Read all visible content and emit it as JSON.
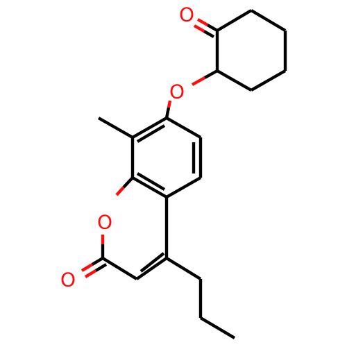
{
  "molecule": {
    "atoms": {
      "o_ketone": {
        "symbol": "O",
        "color": "#ff0d0d"
      },
      "o_ether": {
        "symbol": "O",
        "color": "#ff0d0d"
      },
      "o_ring": {
        "symbol": "O",
        "color": "#ff0d0d"
      },
      "o_lactone_carbonyl": {
        "symbol": "O",
        "color": "#ff0d0d"
      }
    },
    "bond_color": "#000000",
    "heteroatom_color": "#ff0d0d"
  }
}
